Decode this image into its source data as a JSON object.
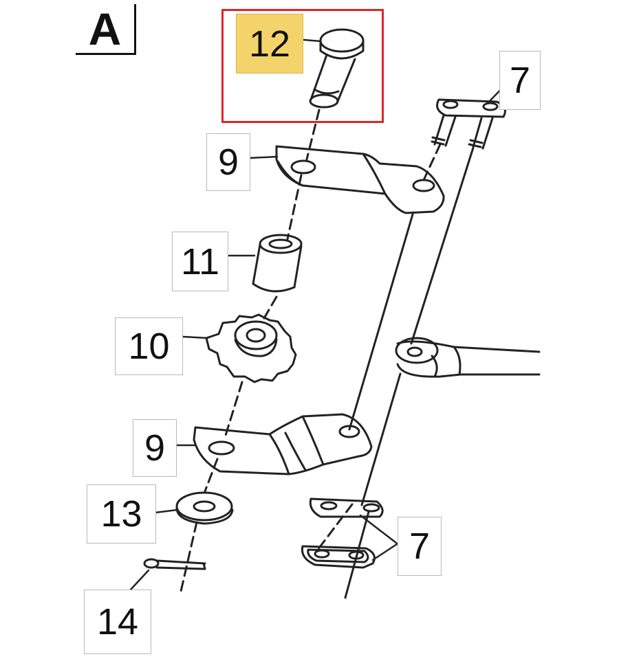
{
  "section": {
    "label": "A"
  },
  "callouts": {
    "part_12": "12",
    "part_9_top": "9",
    "part_7_top": "7",
    "part_11": "11",
    "part_10": "10",
    "part_9_bottom": "9",
    "part_13": "13",
    "part_7_bottom": "7",
    "part_14": "14"
  },
  "colors": {
    "highlight_frame": "#e0242b",
    "highlight_fill": "#f5d36b",
    "line_art": "#222222",
    "callout_border": "#b8b8b8"
  }
}
